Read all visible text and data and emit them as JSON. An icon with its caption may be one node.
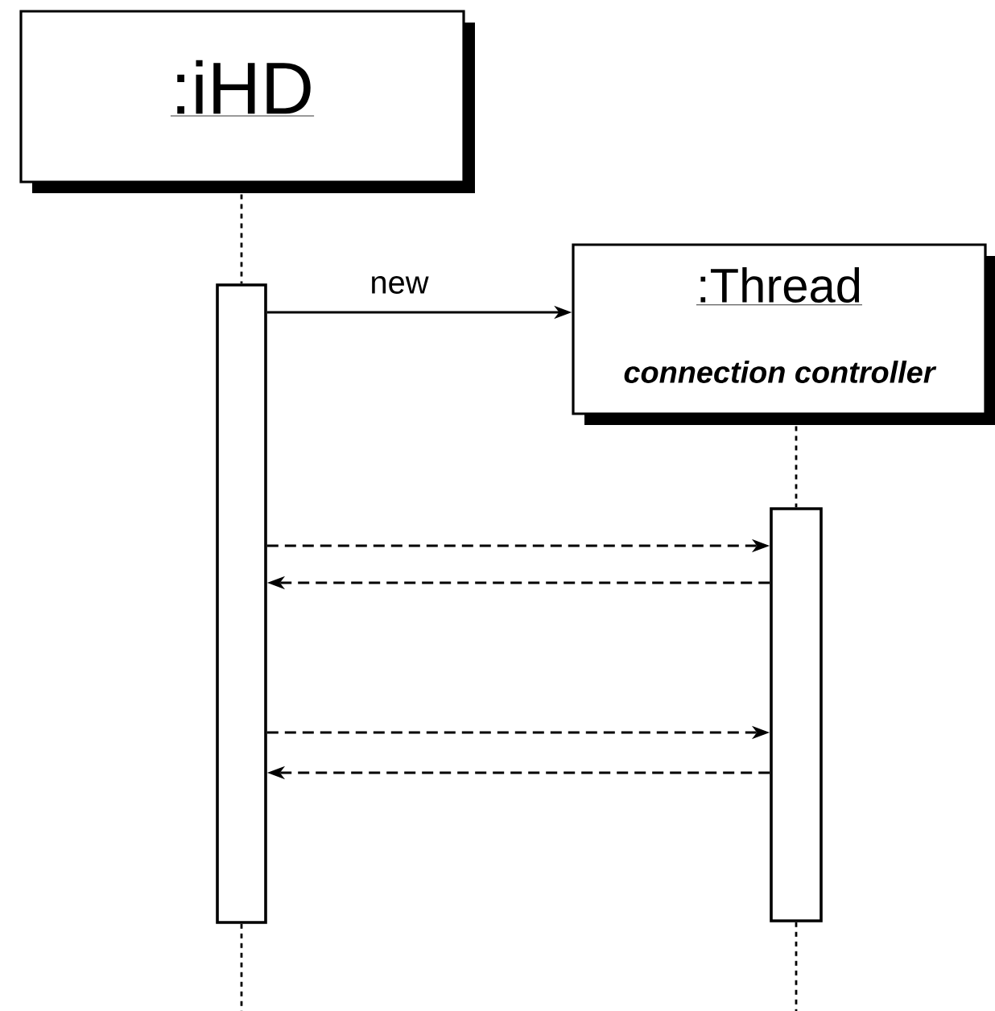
{
  "diagram": {
    "nodes": [
      {
        "text": [
          ":iHD"
        ]
      },
      {
        "text": [
          ":Thread",
          "connection controller"
        ]
      },
      {
        "text": [],
        "shape": "bar"
      },
      {
        "text": [],
        "shape": "bar"
      }
    ],
    "edges": [
      {
        "from": 0,
        "to": 2,
        "arrow": "none",
        "style": "dashed"
      },
      {
        "from": 2,
        "to": null,
        "arrow": "none",
        "style": "dashed"
      },
      {
        "from": 1,
        "to": 3,
        "arrow": "none",
        "style": "dashed"
      },
      {
        "from": 3,
        "to": null,
        "arrow": "none",
        "style": "dashed"
      },
      {
        "from": 2,
        "to": 1,
        "arrow": "to",
        "label": "new"
      },
      {
        "from": 2,
        "to": 3,
        "arrow": "to",
        "style": "dashed"
      },
      {
        "from": 3,
        "to": 2,
        "arrow": "to",
        "style": "dashed"
      },
      {
        "from": 2,
        "to": 3,
        "arrow": "to",
        "style": "dashed"
      },
      {
        "from": 3,
        "to": 2,
        "arrow": "to",
        "style": "dashed"
      }
    ]
  }
}
